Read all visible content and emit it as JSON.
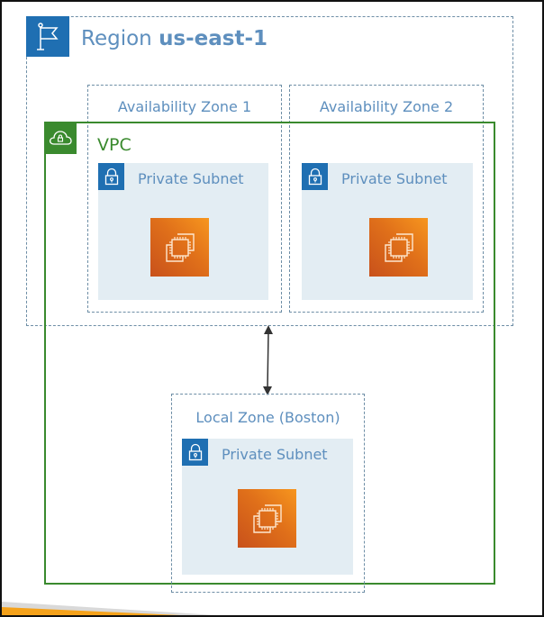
{
  "diagram": {
    "region": {
      "label_prefix": "Region",
      "label_name": "us-east-1",
      "icon": "flag-icon",
      "color": "#1f6fb2"
    },
    "availability_zones": [
      {
        "label": "Availability Zone 1"
      },
      {
        "label": "Availability Zone 2"
      }
    ],
    "vpc": {
      "label": "VPC",
      "icon": "cloud-lock-icon",
      "color": "#3a8a2e"
    },
    "subnets": [
      {
        "label": "Private Subnet",
        "zone": "Availability Zone 1",
        "icon": "lock-icon",
        "instance_icon": "ec2-instance-icon"
      },
      {
        "label": "Private Subnet",
        "zone": "Availability Zone 2",
        "icon": "lock-icon",
        "instance_icon": "ec2-instance-icon"
      },
      {
        "label": "Private Subnet",
        "zone": "Local Zone (Boston)",
        "icon": "lock-icon",
        "instance_icon": "ec2-instance-icon"
      }
    ],
    "local_zone": {
      "label": "Local Zone (Boston)"
    },
    "connector": {
      "type": "bidirectional-arrow",
      "from": "Region us-east-1",
      "to": "Local Zone (Boston)"
    },
    "colors": {
      "label_blue": "#5e8fbe",
      "dashed_border": "#6e8ea6",
      "subnet_fill": "#e3edf3",
      "ec2_orange": "#e0701a"
    }
  }
}
